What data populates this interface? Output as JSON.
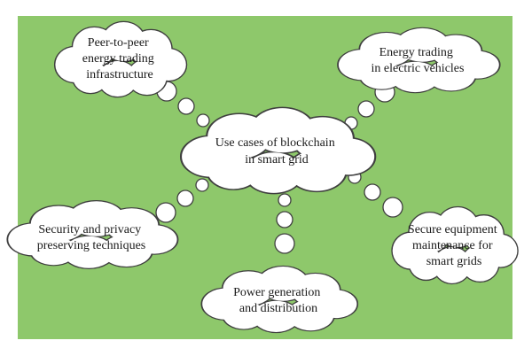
{
  "colors": {
    "background": "#8ec86b",
    "cloud_fill": "#ffffff",
    "cloud_stroke": "#3f3f3f"
  },
  "center": {
    "line1": "Use cases of blockchain",
    "line2": "in smart grid"
  },
  "nodes": [
    {
      "id": "peer-to-peer",
      "line1": "Peer-to-peer",
      "line2": "energy trading",
      "line3": "infrastructure"
    },
    {
      "id": "ev-trading",
      "line1": "Energy trading",
      "line2": "in electric vehicles"
    },
    {
      "id": "security",
      "line1": "Security and privacy",
      "line2": "preserving techniques"
    },
    {
      "id": "power-generation",
      "line1": "Power generation",
      "line2": "and distribution"
    },
    {
      "id": "maintenance",
      "line1": "Secure equipment",
      "line2": "maintenance for",
      "line3": "smart grids"
    }
  ]
}
